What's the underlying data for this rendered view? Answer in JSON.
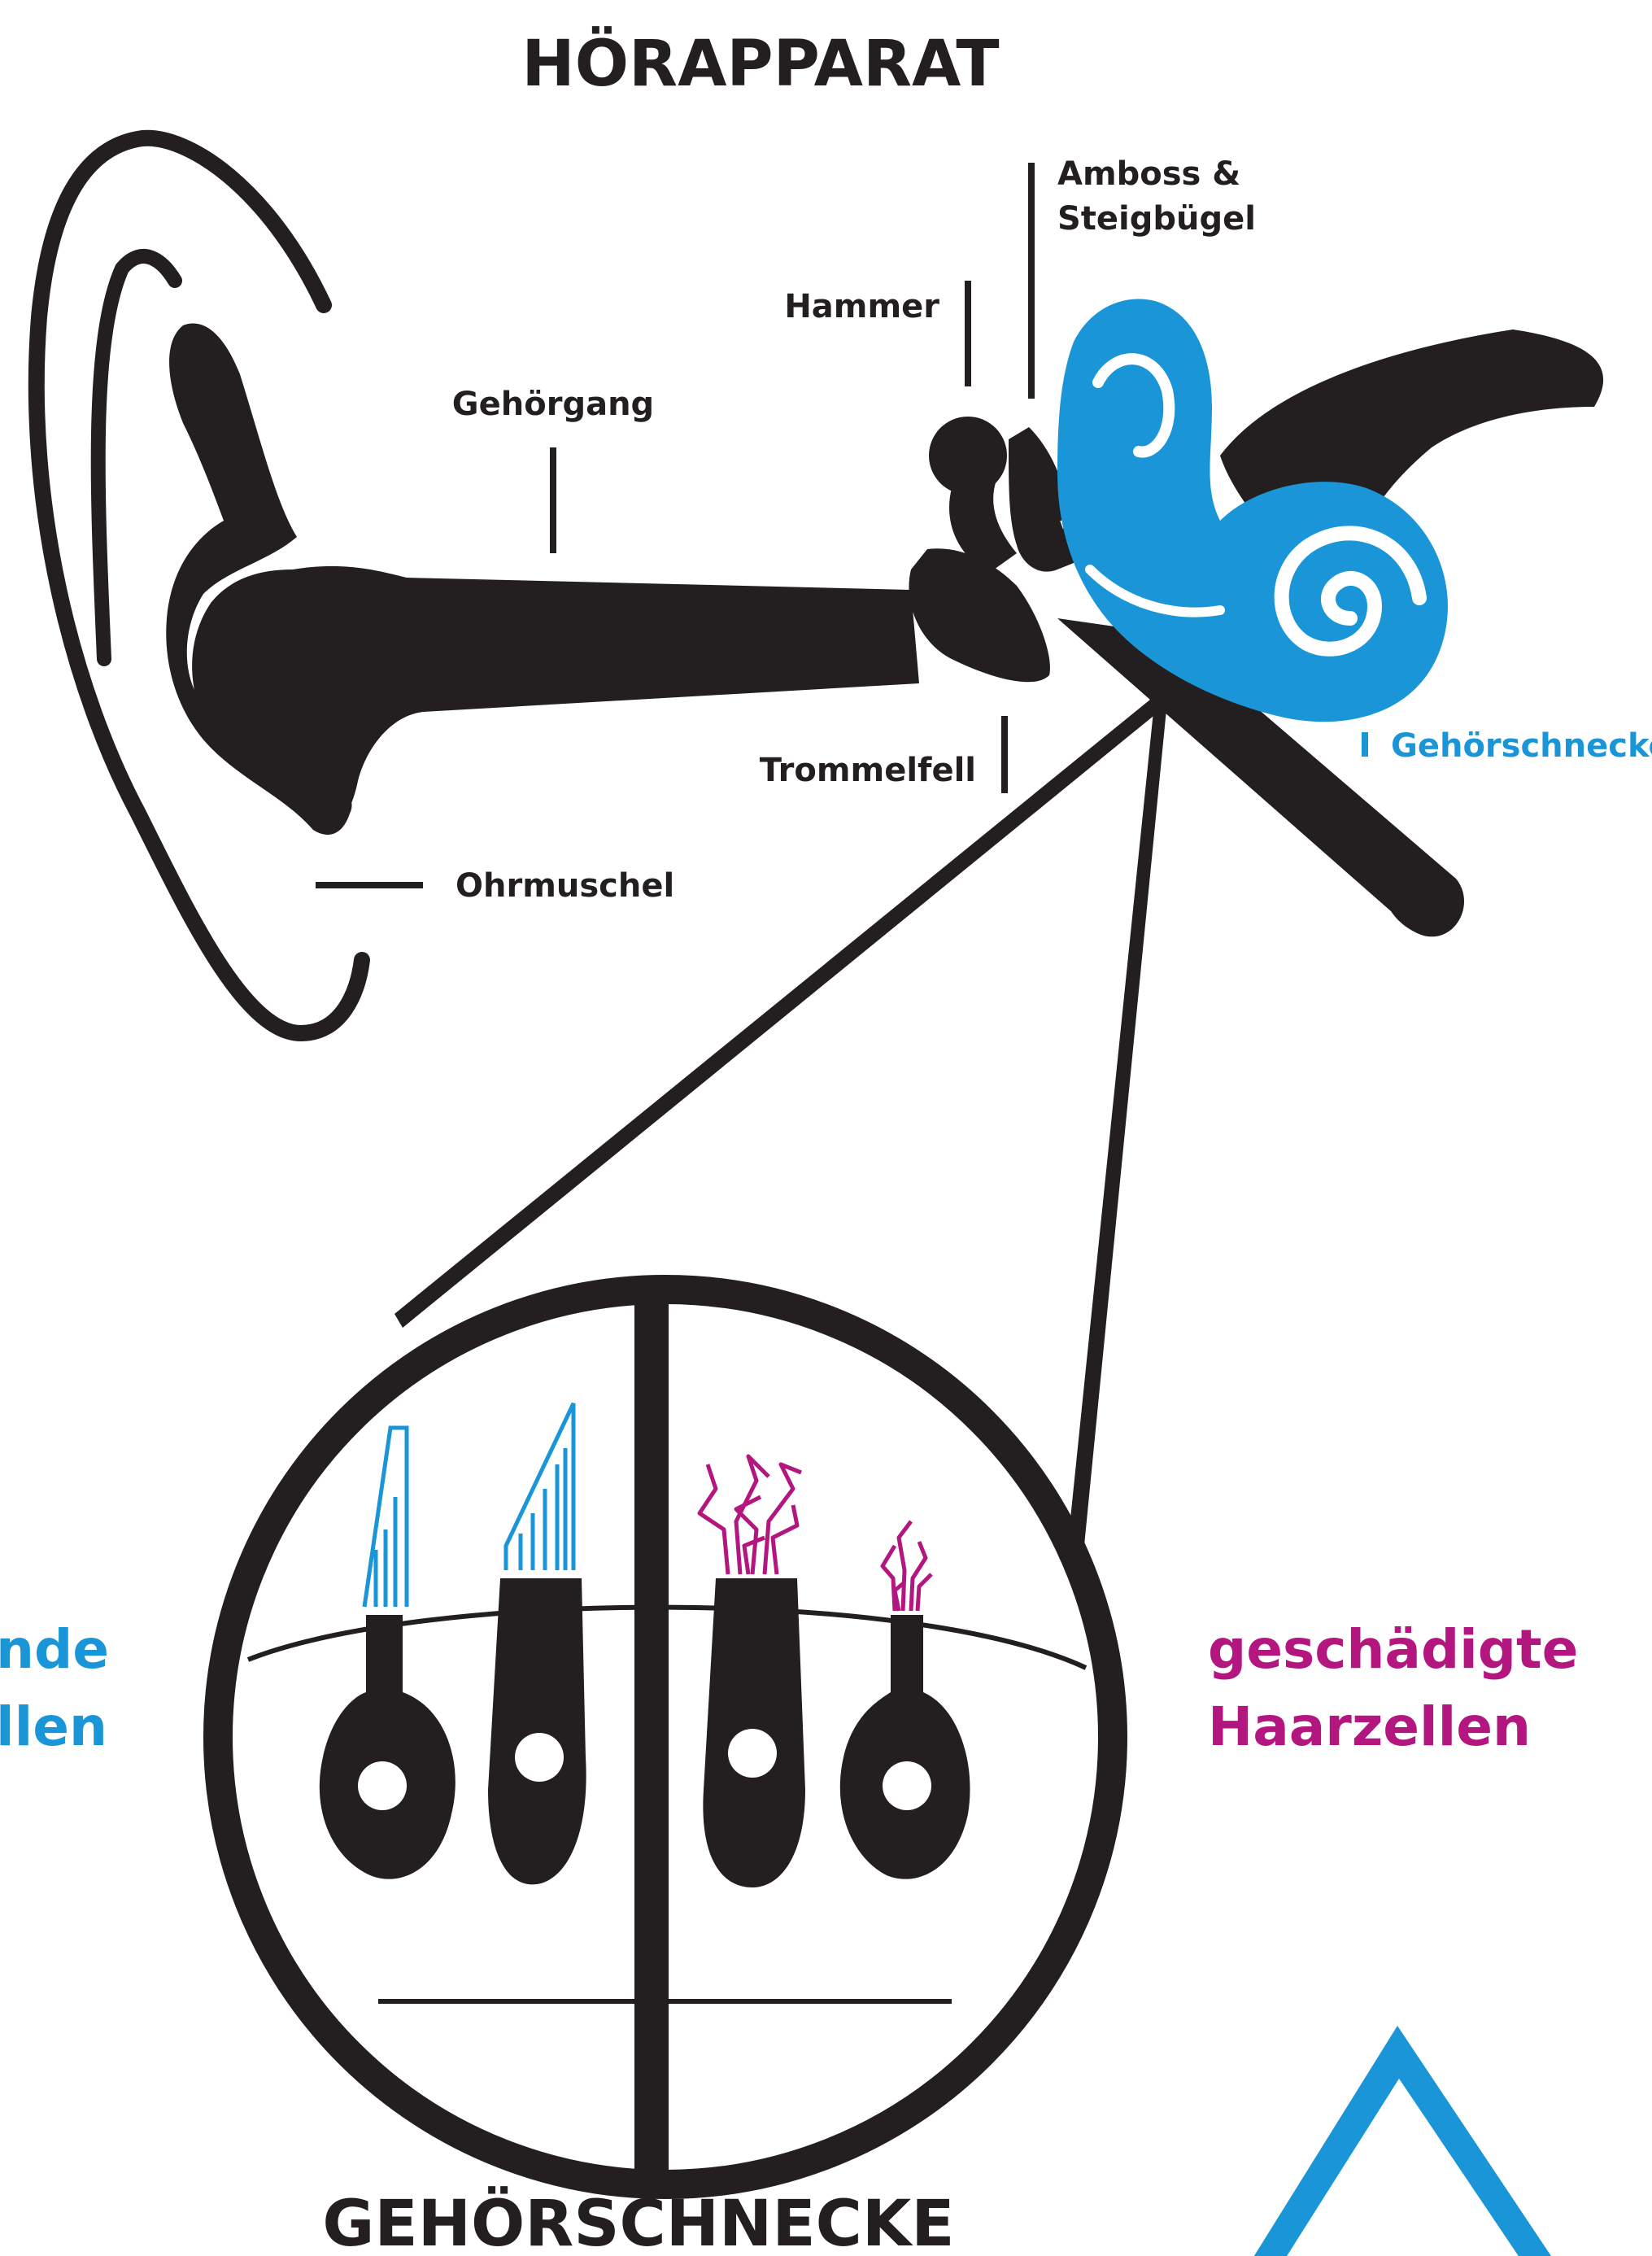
{
  "title": "HÖRAPPARAT",
  "bottom_title": "GEHÖRSCHNECKE",
  "labels": {
    "amboss_line1": "Amboss &",
    "amboss_line2": "Steigbügel",
    "hammer": "Hammer",
    "gehoergang": "Gehörgang",
    "trommelfell": "Trommelfell",
    "gehoerschnecke": "Gehörschnecke",
    "ohrmuschel": "Ohrmuschel",
    "healthy_line1": "nde",
    "healthy_line2": "llen",
    "damaged_line1": "geschädigte",
    "damaged_line2": "Haarzellen"
  },
  "colors": {
    "ink": "#231f20",
    "blue": "#1a96d8",
    "magenta": "#b3177f"
  }
}
